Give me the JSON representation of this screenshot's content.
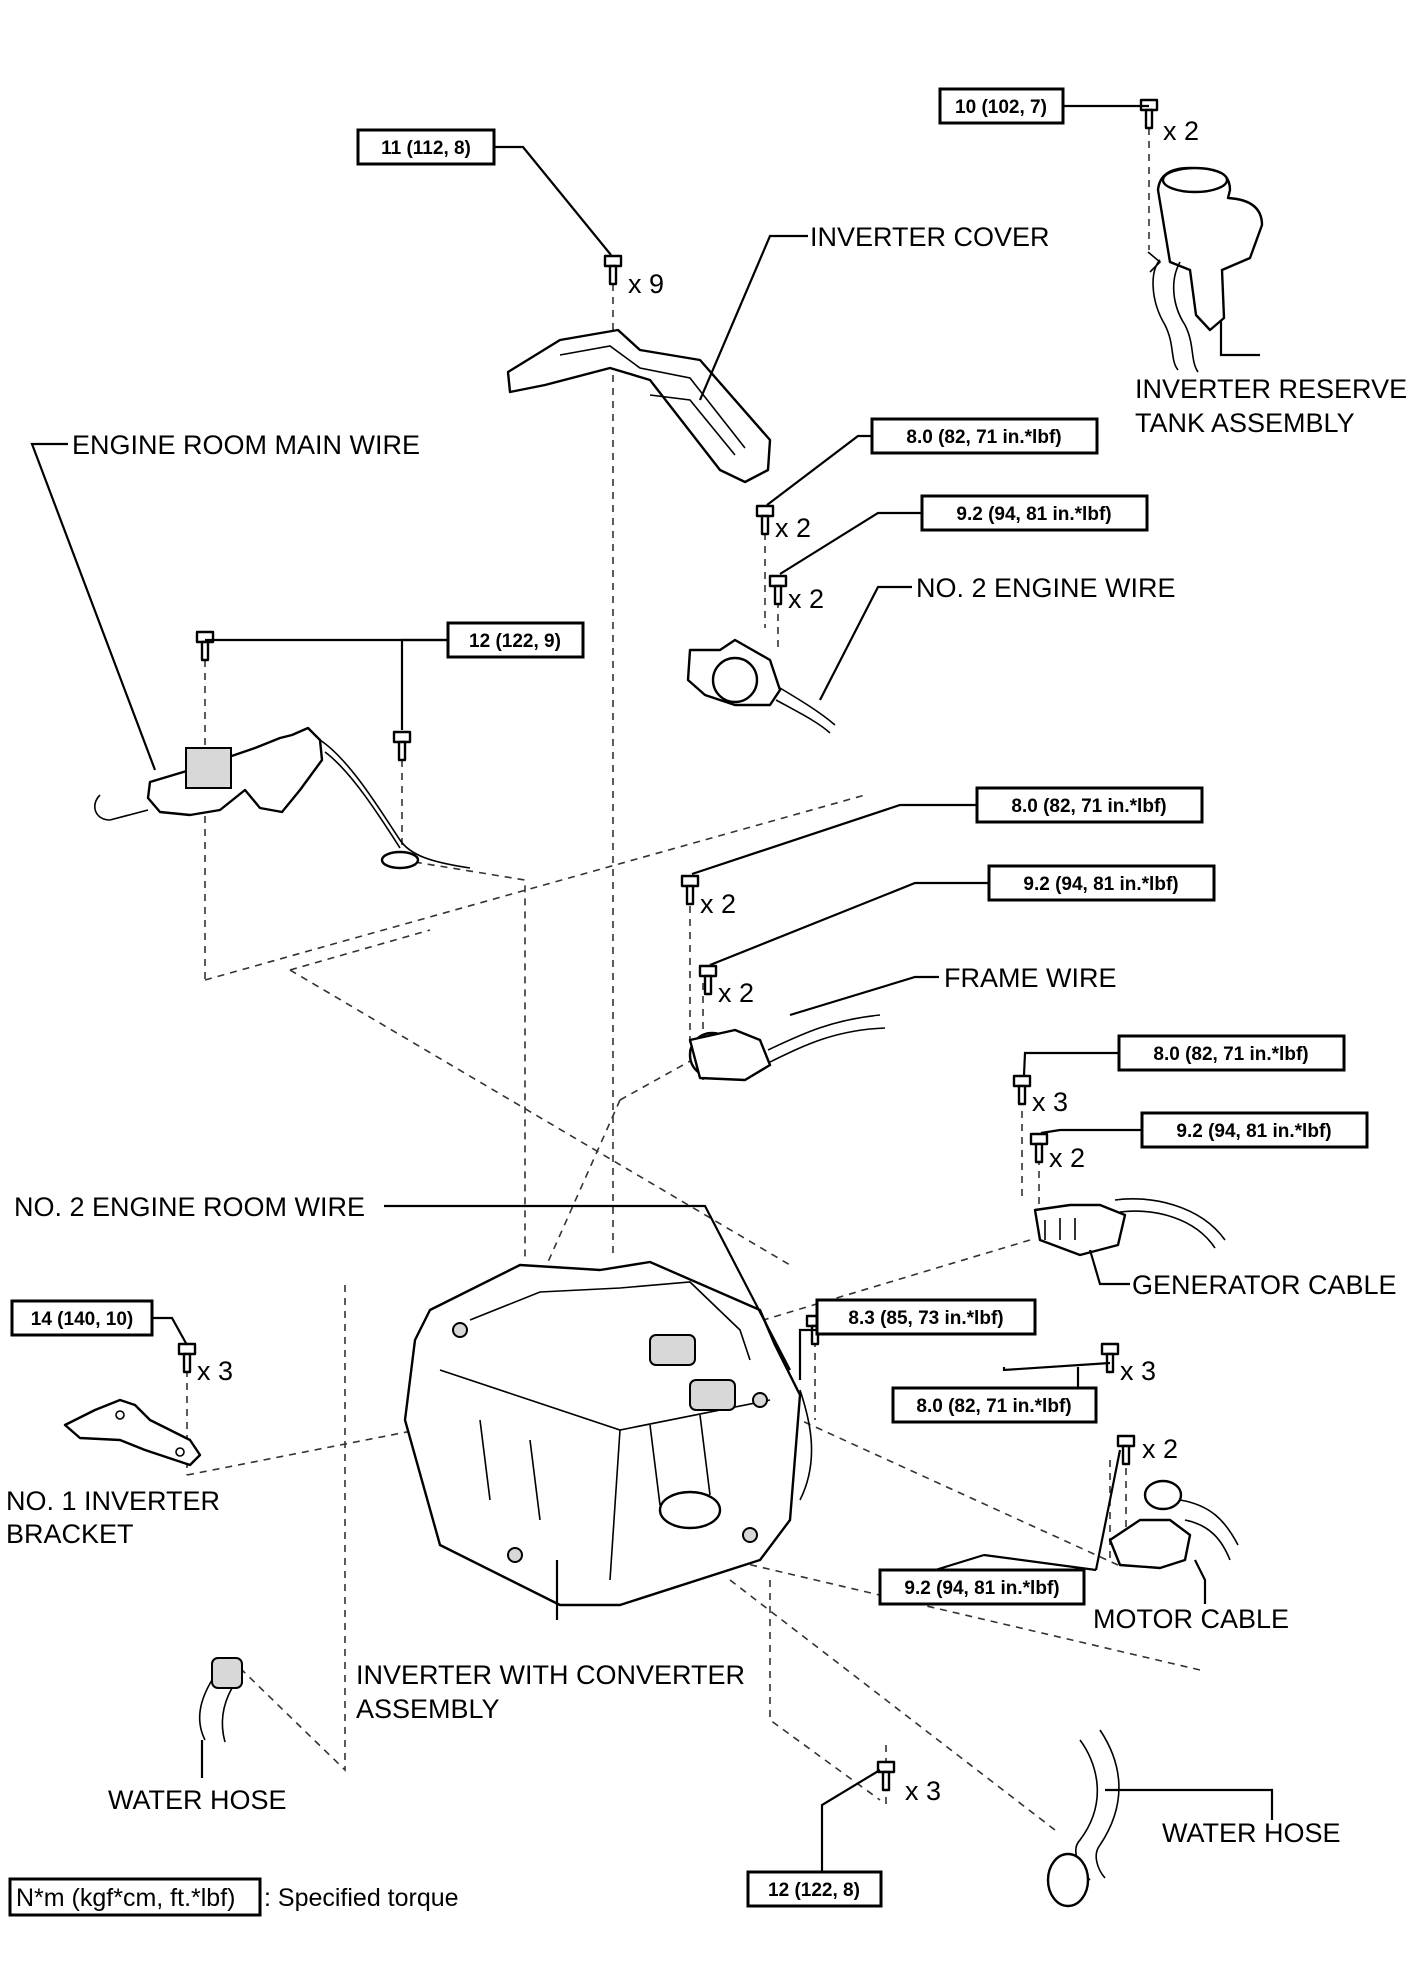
{
  "labels": {
    "inverter_cover": "INVERTER COVER",
    "reserve_tank_1": "INVERTER RESERVE",
    "reserve_tank_2": "TANK ASSEMBLY",
    "engine_room_main_wire": "ENGINE ROOM MAIN WIRE",
    "no2_engine_wire": "NO. 2 ENGINE WIRE",
    "frame_wire": "FRAME WIRE",
    "no2_engine_room_wire": "NO. 2 ENGINE ROOM WIRE",
    "generator_cable": "GENERATOR CABLE",
    "no1_inverter_bracket_1": "NO. 1 INVERTER",
    "no1_inverter_bracket_2": "BRACKET",
    "motor_cable": "MOTOR CABLE",
    "inverter_converter_1": "INVERTER WITH CONVERTER",
    "inverter_converter_2": "ASSEMBLY",
    "water_hose_left": "WATER HOSE",
    "water_hose_right": "WATER HOSE"
  },
  "torques": {
    "t_10_102_7": "10 (102, 7)",
    "t_11_112_8": "11 (112, 8)",
    "t_80_a": "8.0 (82, 71 in.*lbf)",
    "t_92_a": "9.2 (94, 81 in.*lbf)",
    "t_12_122_9": "12 (122, 9)",
    "t_80_b": "8.0 (82, 71 in.*lbf)",
    "t_92_b": "9.2 (94, 81 in.*lbf)",
    "t_80_c": "8.0 (82, 71 in.*lbf)",
    "t_92_c": "9.2 (94, 81 in.*lbf)",
    "t_14_140_10": "14 (140, 10)",
    "t_83_85_73": "8.3 (85, 73 in.*lbf)",
    "t_80_d": "8.0 (82, 71 in.*lbf)",
    "t_92_d": "9.2 (94, 81 in.*lbf)",
    "t_12_122_8": "12 (122, 8)"
  },
  "quantities": {
    "q_tank": "x 2",
    "q_cover": "x 9",
    "q_no2ew_a": "x 2",
    "q_no2ew_b": "x 2",
    "q_frame_a": "x 2",
    "q_frame_b": "x 2",
    "q_gen_a": "x 3",
    "q_gen_b": "x 2",
    "q_bracket": "x 3",
    "q_motor_a": "x 3",
    "q_motor_b": "x 2",
    "q_bottom": "x 3"
  },
  "legend": {
    "unit": "N*m (kgf*cm, ft.*lbf)",
    "text": ": Specified torque"
  }
}
